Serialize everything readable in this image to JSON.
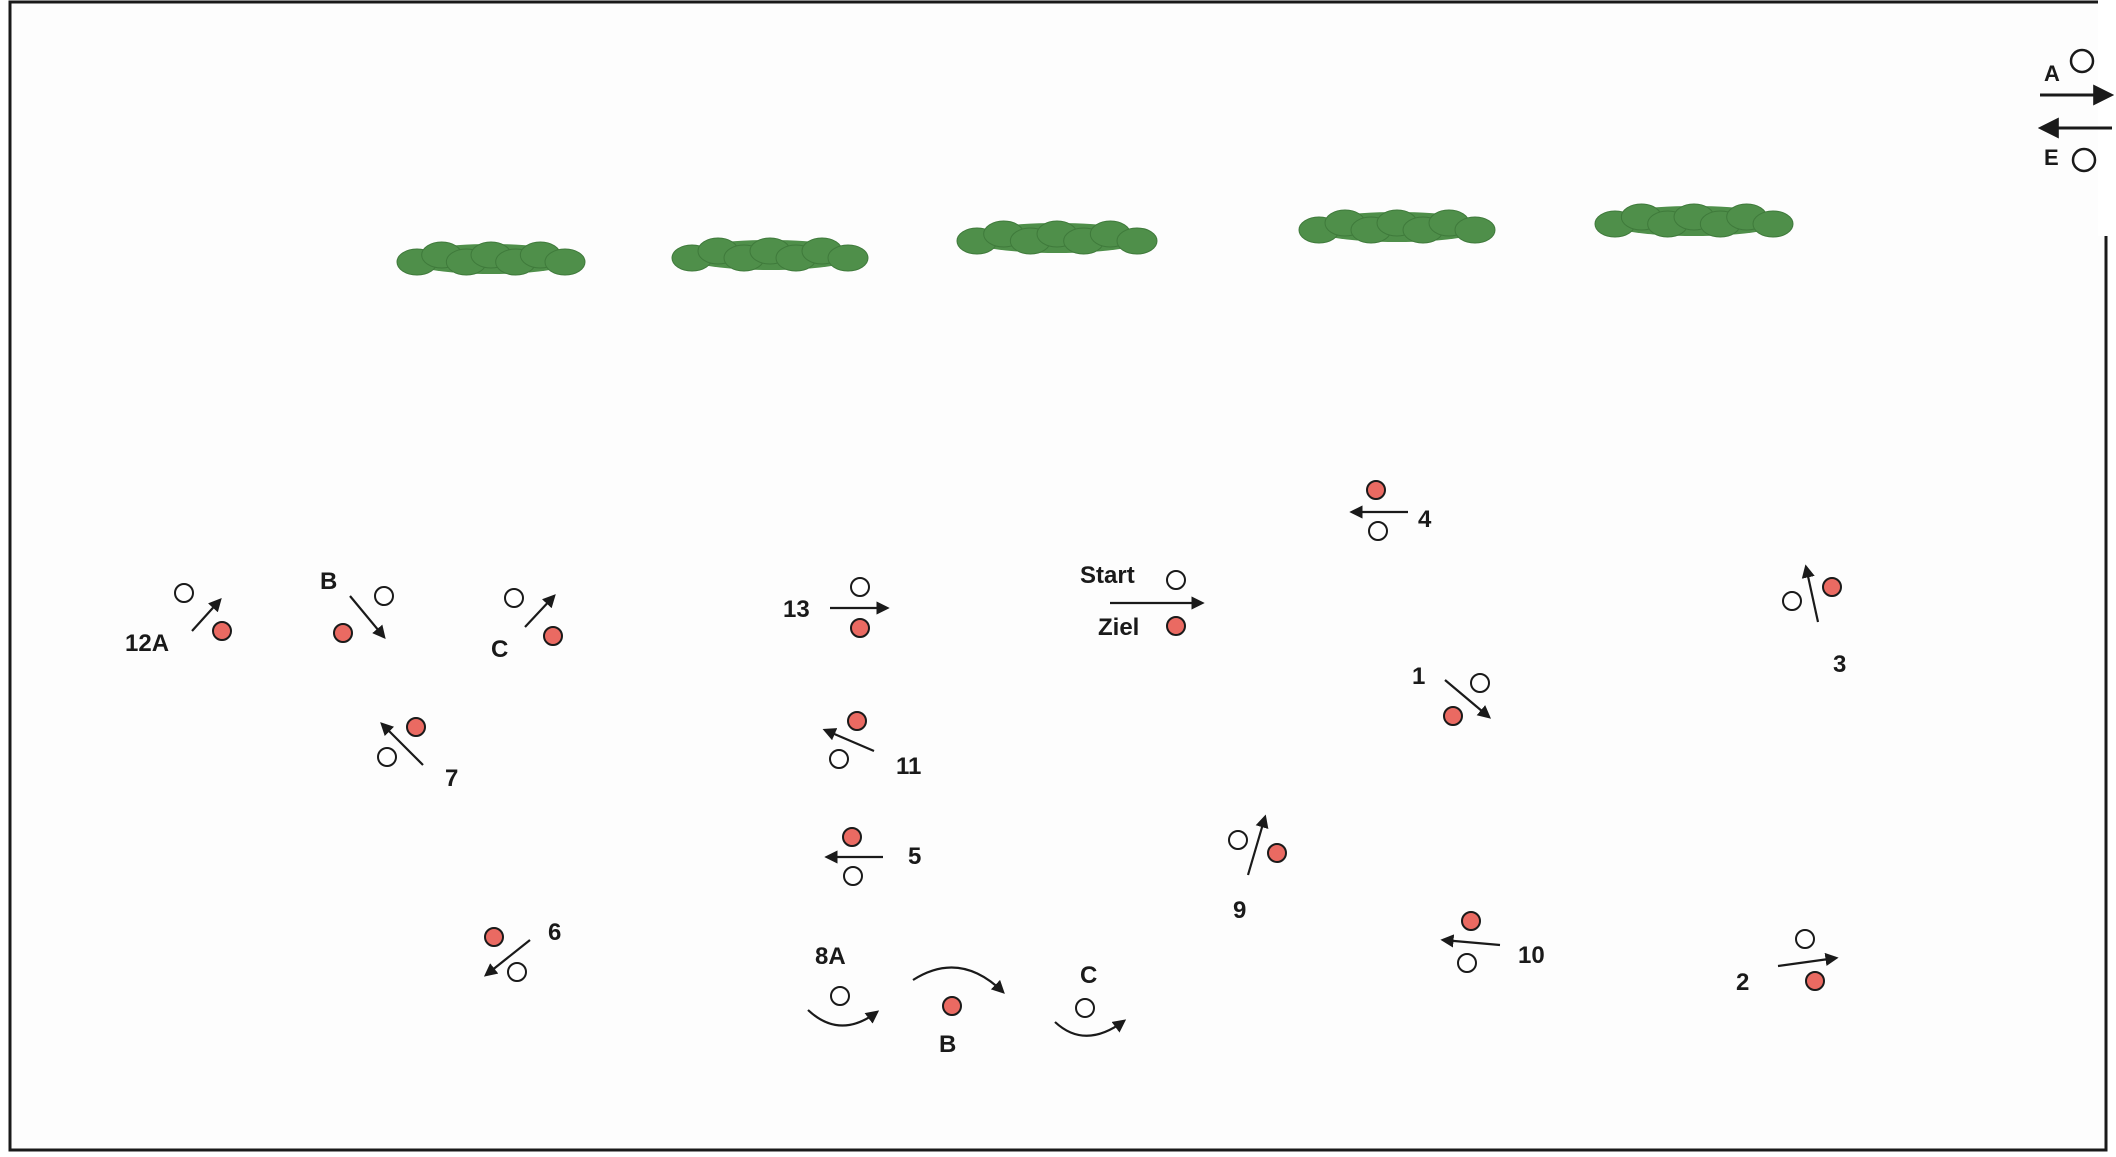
{
  "colors": {
    "bush": "#4f8f4a",
    "bush_edge": "#3f7a3b",
    "red_cone": "#ea6a62",
    "white_cone": "#ffffff",
    "stroke": "#1a1a1a",
    "paper": "#fdfdfd"
  },
  "legend": {
    "label_a": "A",
    "label_e": "E",
    "arrow_right_icon": "arrow-right-icon",
    "arrow_left_icon": "arrow-left-icon"
  },
  "bushes": [
    "bush",
    "bush",
    "bush",
    "bush",
    "bush"
  ],
  "start_gate": {
    "start": "Start",
    "finish": "Ziel"
  },
  "stations": [
    {
      "label": "1"
    },
    {
      "label": "2"
    },
    {
      "label": "3"
    },
    {
      "label": "4"
    },
    {
      "label": "5"
    },
    {
      "label": "6"
    },
    {
      "label": "7"
    },
    {
      "label": "8A"
    },
    {
      "label": "B"
    },
    {
      "label": "C"
    },
    {
      "label": "9"
    },
    {
      "label": "10"
    },
    {
      "label": "11"
    },
    {
      "label": "12A"
    },
    {
      "label": "B"
    },
    {
      "label": "C"
    },
    {
      "label": "13"
    }
  ]
}
